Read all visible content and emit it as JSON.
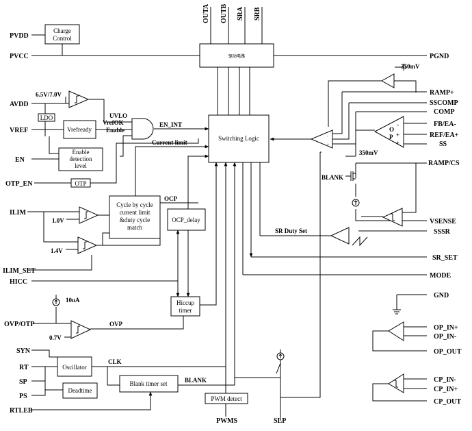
{
  "pins_left": {
    "pvdd": "PVDD",
    "pvcc": "PVCC",
    "avdd": "AVDD",
    "vref": "VREF",
    "en": "EN",
    "otp_en": "OTP_EN",
    "ilim": "ILIM",
    "ilim_set": "ILIM_SET",
    "hicc": "HICC",
    "ovp_otp": "OVP/OTP",
    "syn": "SYN",
    "rt": "RT",
    "sp": "SP",
    "ps": "PS",
    "rtleb": "RTLEB"
  },
  "pins_top": {
    "outa": "OUTA",
    "outb": "OUTB",
    "sra": "SRA",
    "srb": "SRB"
  },
  "pins_right": {
    "pgnd": "PGND",
    "ramp_plus": "RAMP+",
    "sscomp": "SSCOMP",
    "comp": "COMP",
    "fb_ea_minus": "FB/EA-",
    "ref_ea_plus": "REF/EA+",
    "ss": "SS",
    "ramp_cs": "RAMP/CS",
    "vsense": "VSENSE",
    "sssr": "SSSR",
    "sr_set": "SR_SET",
    "mode": "MODE",
    "gnd": "GND",
    "op_in_plus": "OP_IN+",
    "op_in_minus": "OP_IN-",
    "op_out": "OP_OUT",
    "cp_in_minus": "CP_IN-",
    "cp_in_plus": "CP_IN+",
    "cp_out": "CP_OUT"
  },
  "pins_bottom": {
    "pwms": "PWMS",
    "slp": "SLP"
  },
  "blocks": {
    "charge_control": [
      "Charge",
      "Control"
    ],
    "driver": "驱动电路",
    "ldo": "LDO",
    "vref_ready": "Vrefready",
    "enable_detection": [
      "Enable",
      "detection",
      "level"
    ],
    "otp": "OTP",
    "switching_logic": "Switching Logic",
    "cycle_limit": [
      "Cycle by cycle",
      "current limit",
      "&duty cycle",
      "match"
    ],
    "ocp_delay": "OCP_delay",
    "hiccup_timer": [
      "Hiccup",
      "timer"
    ],
    "oscillator": "Oscillator",
    "deadtime": "Deadtime",
    "blank_timer": "Blank timer set",
    "pwm_detect": "PWM detect"
  },
  "labels": {
    "avdd_threshold": "6.5V/7.0V",
    "uvlo": "UVLO",
    "vrefok": "VrefOK",
    "enable": "Enable",
    "en_int": "EN_INT",
    "current_limit": "Current limit",
    "ocp": "OCP",
    "ilim_1v": "1.0V",
    "ilim_1v4": "1.4V",
    "i_10ua": "10uA",
    "ovp_0v7": "0.7V",
    "ovp": "OVP",
    "clk": "CLK",
    "blank": "BLANK",
    "blank_switch": "BLANK",
    "v350_top": "350mV",
    "v350_mid": "350mV",
    "sr_duty_set": "SR Duty Set",
    "opamp_minus": "-",
    "opamp_o": "O",
    "opamp_p": "P",
    "opamp_plus": "+",
    "opamp_plus2": "+"
  },
  "colors": {
    "line": "#000000",
    "background": "#ffffff"
  }
}
